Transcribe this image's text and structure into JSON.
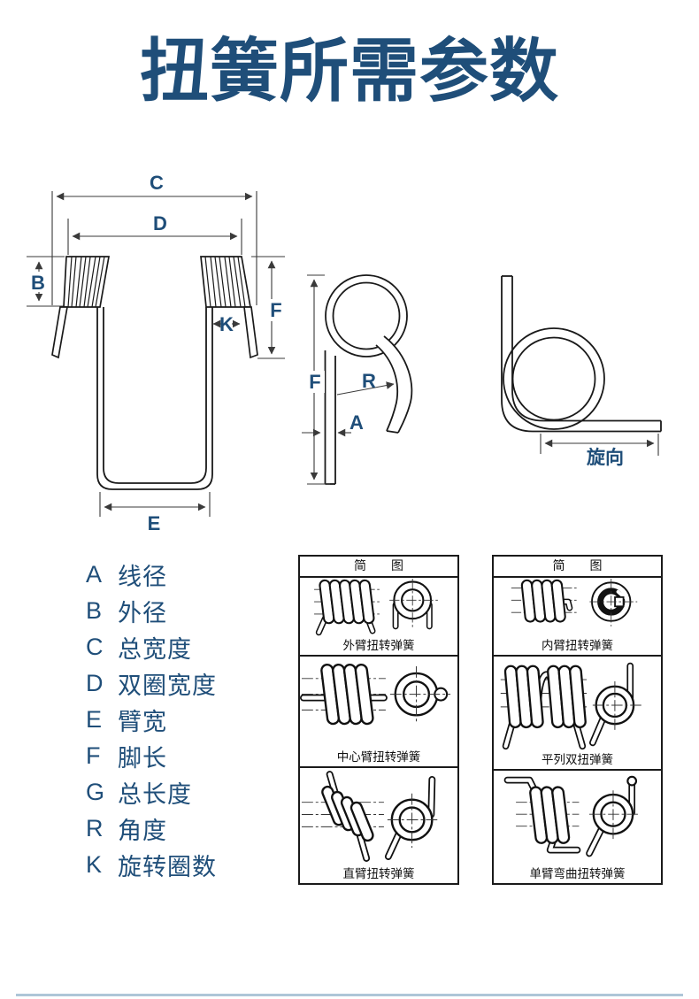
{
  "page": {
    "title": "扭簧所需参数",
    "accent_color": "#1f4e79",
    "line_color": "#1a1a1a",
    "bottom_rule_color": "#aec6d8"
  },
  "main_diagram": {
    "labels": {
      "c": "C",
      "d": "D",
      "b": "B",
      "k": "K",
      "f": "F",
      "e": "E"
    }
  },
  "side_diagram": {
    "labels": {
      "f": "F",
      "r": "R",
      "a": "A"
    }
  },
  "rotation_diagram": {
    "label": "旋向"
  },
  "legend": {
    "items": [
      {
        "key": "A",
        "label": "线径"
      },
      {
        "key": "B",
        "label": "外径"
      },
      {
        "key": "C",
        "label": "总宽度"
      },
      {
        "key": "D",
        "label": "双圈宽度"
      },
      {
        "key": "E",
        "label": "臂宽"
      },
      {
        "key": "F",
        "label": "脚长"
      },
      {
        "key": "G",
        "label": "总长度"
      },
      {
        "key": "R",
        "label": "角度"
      },
      {
        "key": "K",
        "label": "旋转圈数"
      }
    ]
  },
  "tables": [
    {
      "header": "简　　图",
      "rows": [
        "外臂扭转弹簧",
        "中心臂扭转弹簧",
        "直臂扭转弹簧"
      ]
    },
    {
      "header": "简　　图",
      "rows": [
        "内臂扭转弹簧",
        "平列双扭弹簧",
        "单臂弯曲扭转弹簧"
      ]
    }
  ]
}
